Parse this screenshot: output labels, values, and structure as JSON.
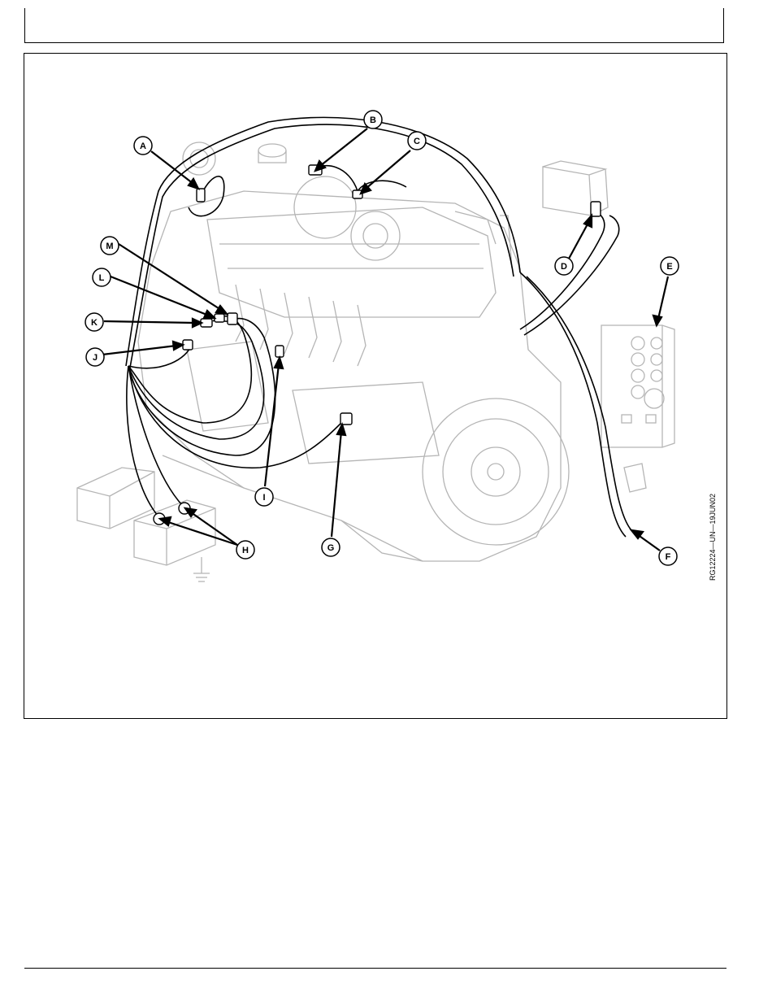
{
  "figure": {
    "id_code": "RG12224—UN—19JUN02",
    "callouts": [
      "A",
      "B",
      "C",
      "D",
      "E",
      "F",
      "G",
      "H",
      "I",
      "J",
      "K",
      "L",
      "M"
    ]
  },
  "colors": {
    "line": "#000000",
    "faint": "#b5b5b5",
    "paper": "#ffffff"
  }
}
